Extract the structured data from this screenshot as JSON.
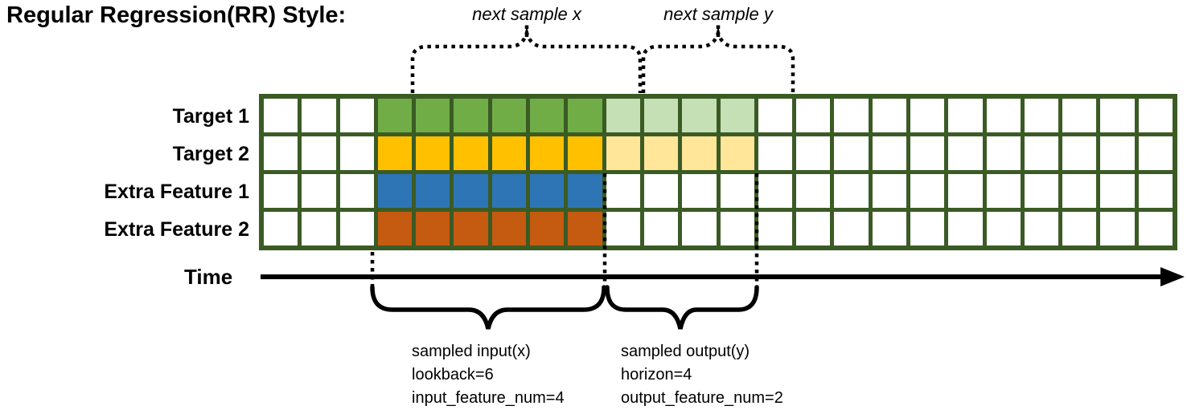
{
  "title": "Regular Regression(RR) Style:",
  "colors": {
    "grid_line": "#3B5B24",
    "cell_empty": "#FFFFFF",
    "annotation_ink": "#000000"
  },
  "rows": [
    {
      "label": "Target 1",
      "input_color": "#70AD47",
      "output_color": "#C5E0B4"
    },
    {
      "label": "Target 2",
      "input_color": "#FFC000",
      "output_color": "#FFE699"
    },
    {
      "label": "Extra Feature 1",
      "input_color": "#2E75B6",
      "output_color": null
    },
    {
      "label": "Extra Feature 2",
      "input_color": "#C55A11",
      "output_color": null
    }
  ],
  "grid": {
    "total_columns": 24,
    "rows_count": 4,
    "lead_empty_columns": 3,
    "input_columns": 6,
    "output_columns": 4
  },
  "annotations": {
    "next_sample_x": "next sample x",
    "next_sample_y": "next sample y",
    "time_label": "Time",
    "sampled_input": {
      "line1": "sampled input(x)",
      "line2": "lookback=6",
      "line3": "input_feature_num=4"
    },
    "sampled_output": {
      "line1": "sampled output(y)",
      "line2": "horizon=4",
      "line3": "output_feature_num=2"
    }
  }
}
